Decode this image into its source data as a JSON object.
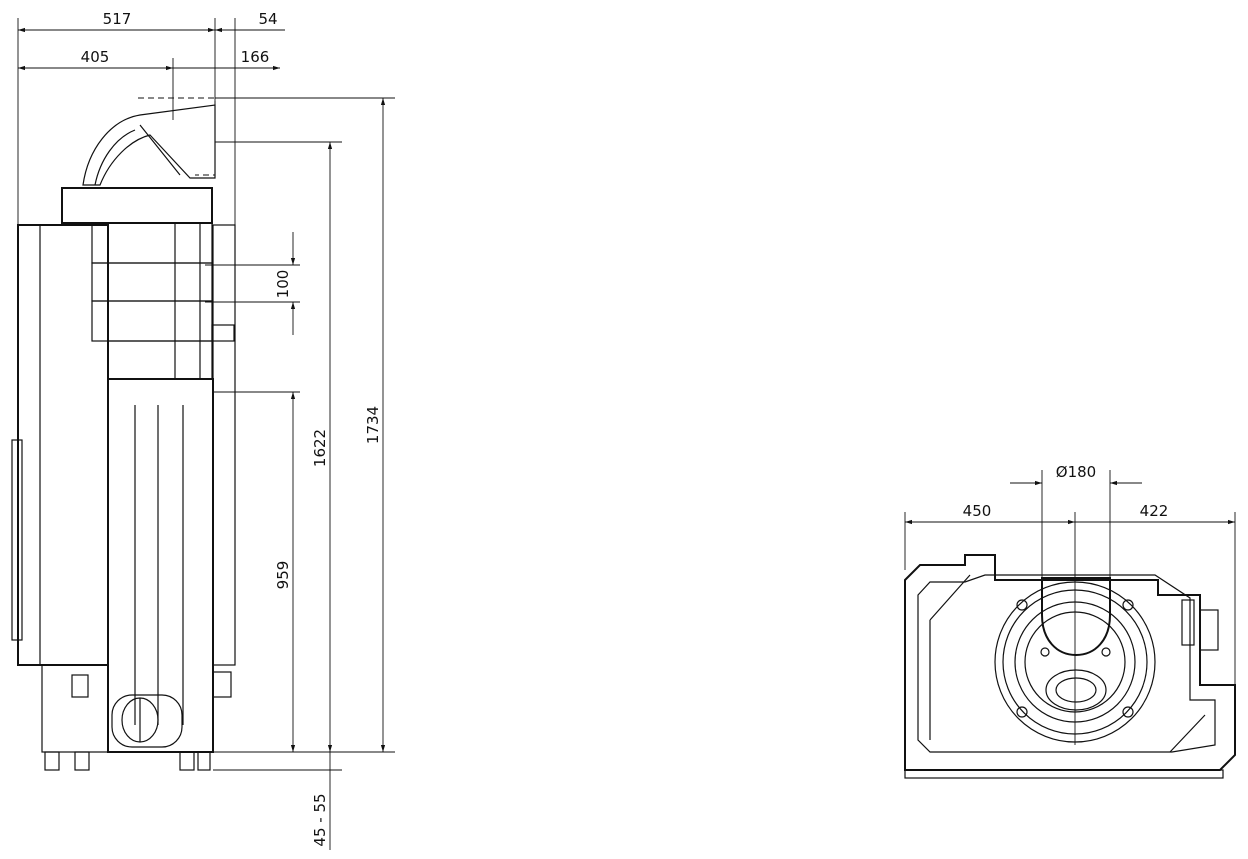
{
  "side_view": {
    "dims": {
      "width_total": "517",
      "offset_top": "54",
      "width_flue_axis": "405",
      "flue_offset": "166",
      "pitch": "100",
      "height_flue_axis": "1622",
      "height_total": "1734",
      "height_air_inlet": "959",
      "feet_adjust": "45 - 55"
    }
  },
  "top_view": {
    "dims": {
      "flue_diameter": "Ø180",
      "left_to_axis": "450",
      "axis_to_right": "422"
    }
  }
}
